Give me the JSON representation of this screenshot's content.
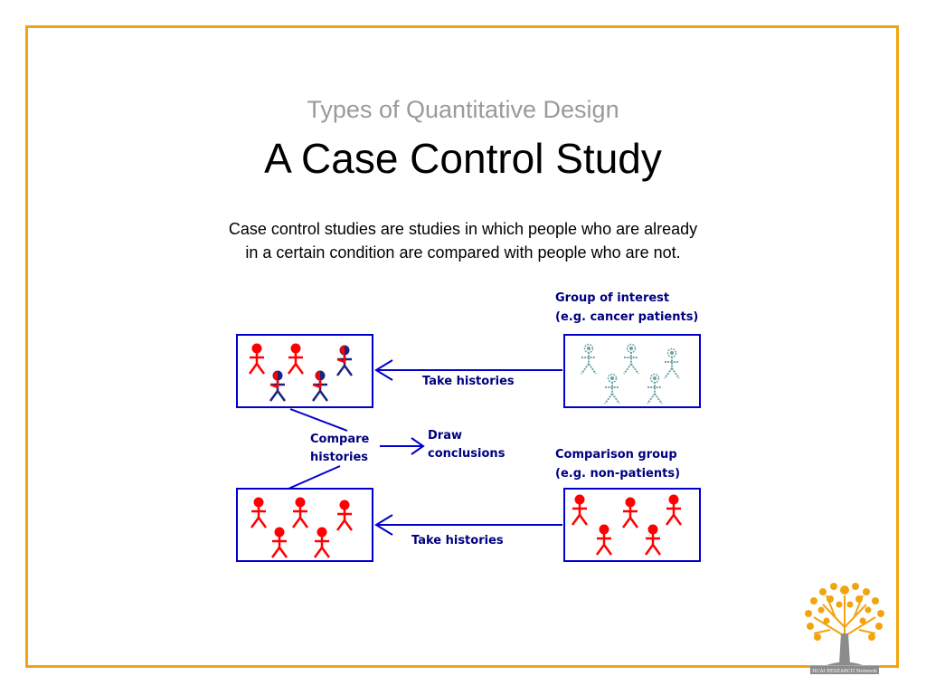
{
  "slide": {
    "subtitle": "Types of Quantitative Design",
    "title": "A Case Control Study",
    "description_line1": "Case control studies are studies in which people who are already",
    "description_line2": "in a certain condition are compared with people who are not."
  },
  "diagram": {
    "group_of_interest_line1": "Group of interest",
    "group_of_interest_line2": "(e.g. cancer patients)",
    "comparison_group_line1": "Comparison group",
    "comparison_group_line2": "(e.g. non-patients)",
    "take_histories_top": "Take histories",
    "take_histories_bottom": "Take histories",
    "compare_histories_line1": "Compare",
    "compare_histories_line2": "histories",
    "draw_conclusions_line1": "Draw",
    "draw_conclusions_line2": "conclusions"
  },
  "logo": {
    "text": "HCAI RESEARCH Network"
  },
  "colors": {
    "frame_border": "#F2A40E",
    "subtitle": "#9A9A9A",
    "diagram_blue": "#0000CC",
    "diagram_text": "#000080",
    "figure_red": "#FF0000",
    "figure_teal": "#6FA3A3",
    "figure_navy": "#1A237E",
    "logo_orange": "#F2A40E",
    "logo_trunk": "#8C8C8C"
  }
}
